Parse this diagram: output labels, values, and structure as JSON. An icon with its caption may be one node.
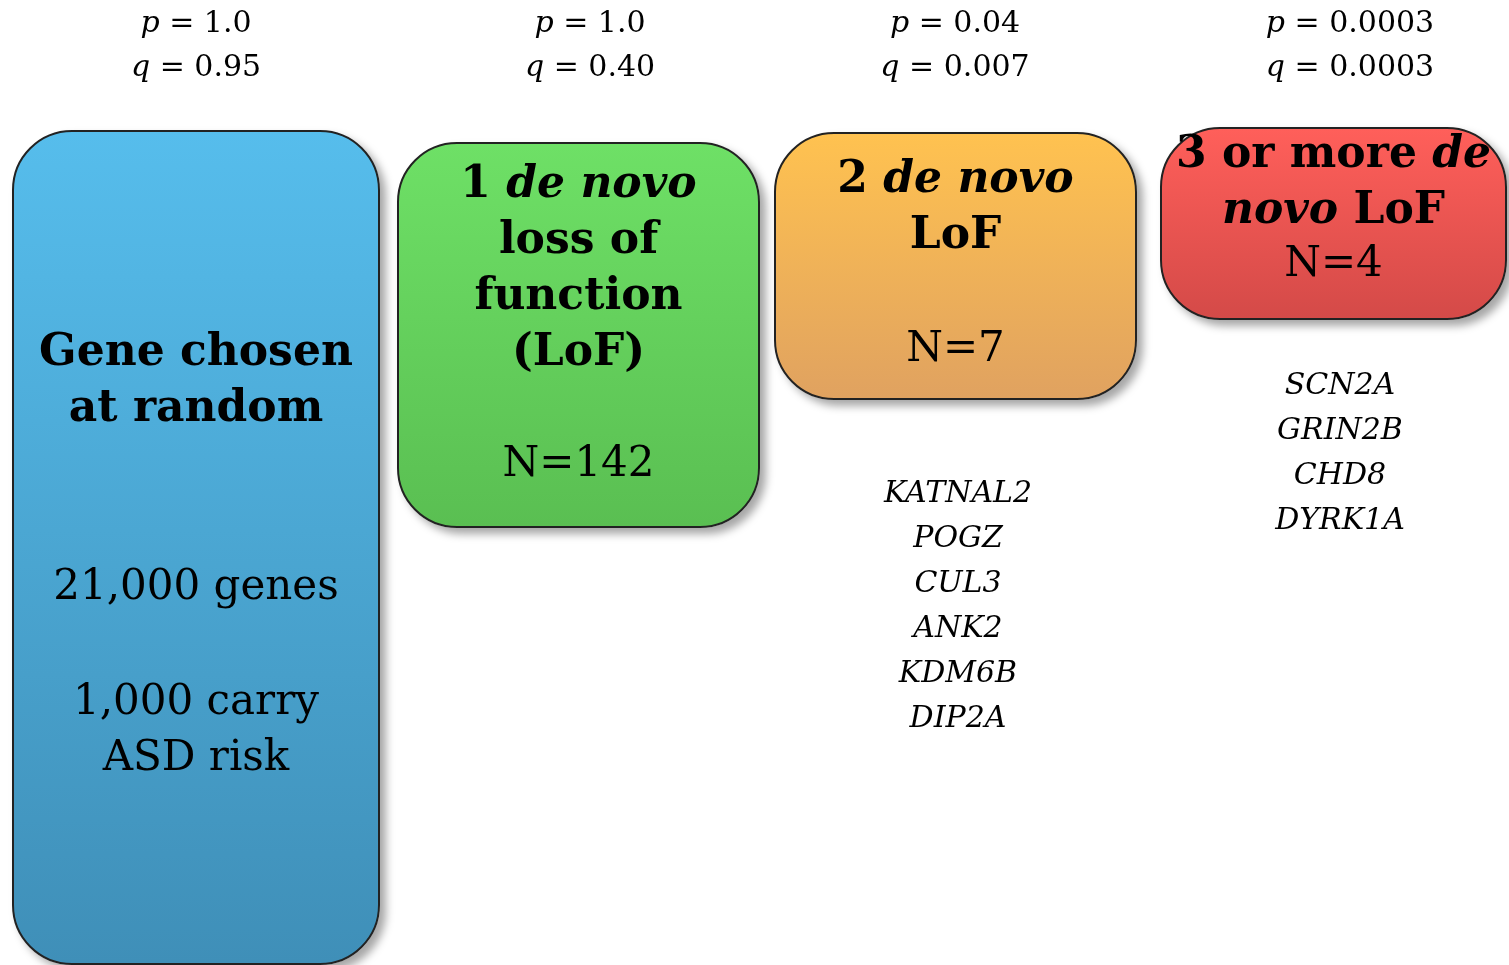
{
  "diagram": {
    "nodes": [
      {
        "text": [
          "Gene chosen at random",
          "21,000 genes",
          "1,000 carry ASD risk"
        ],
        "beside": [
          "*p* = 1.0",
          "*q* = 0.95"
        ]
      },
      {
        "text": [
          "1 *de novo* loss of function (LoF)",
          "N=142"
        ],
        "beside": [
          "*p* = 1.0",
          "*q* = 0.40"
        ]
      },
      {
        "text": [
          "2 *de novo* LoF",
          "N=7"
        ],
        "beside": [
          "*p* = 0.04",
          "*q* = 0.007",
          "KATNAL2",
          "POGZ",
          "CUL3",
          "ANK2",
          "KDM6B",
          "DIP2A"
        ]
      },
      {
        "text": [
          "3 or more *de novo* LoF",
          "N=4"
        ],
        "beside": [
          "*p* = 0.0003",
          "*q* = 0.0003",
          "SCN2A",
          "GRIN2B",
          "CHD8",
          "DYRK1A"
        ]
      }
    ]
  }
}
